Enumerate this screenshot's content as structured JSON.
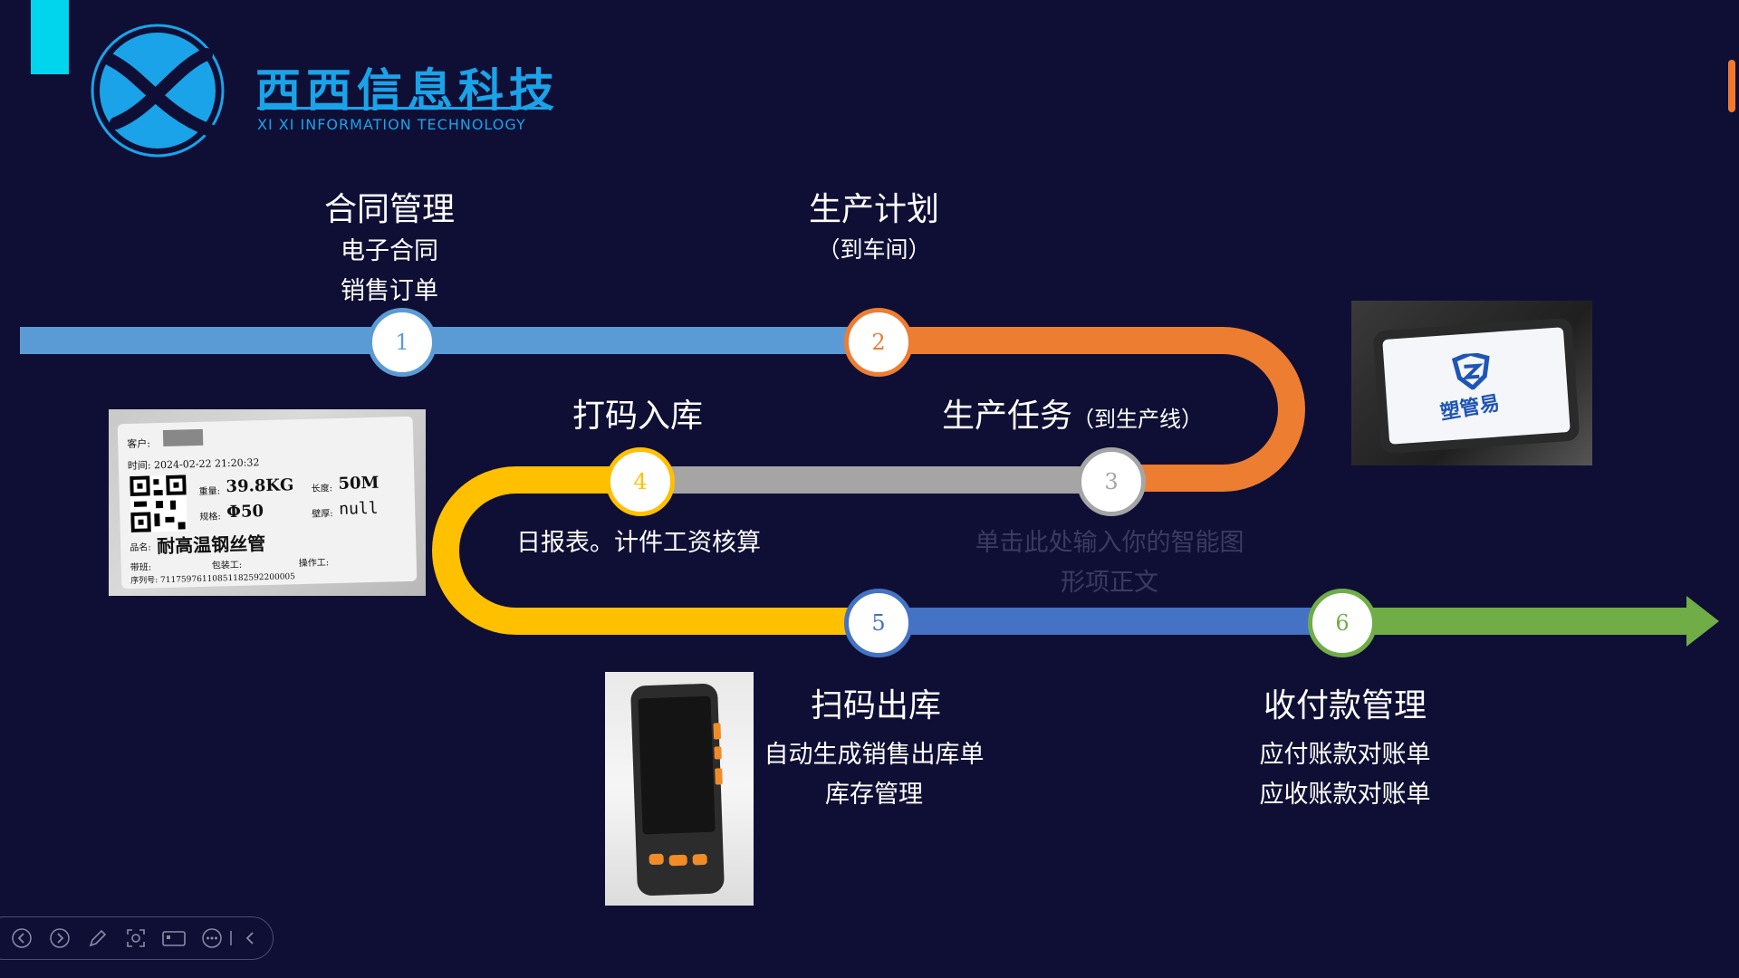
{
  "header": {
    "company_name": "西西信息科技",
    "company_name_en": "XI XI INFORMATION TECHNOLOGY",
    "accent_color": "#00d5ee",
    "brand_color": "#1aa3e8"
  },
  "steps": [
    {
      "number": "1",
      "title": "合同管理",
      "lines": [
        "电子合同",
        "销售订单"
      ],
      "color": "#5b9bd5"
    },
    {
      "number": "2",
      "title": "生产计划",
      "lines": [
        "（到车间）"
      ],
      "color": "#ed7d31"
    },
    {
      "number": "3",
      "title": "生产任务",
      "title_suffix": "（到生产线）",
      "lines": [],
      "color": "#a5a5a5"
    },
    {
      "number": "4",
      "title": "打码入库",
      "lines": [
        "日报表。计件工资核算"
      ],
      "color": "#ffc000"
    },
    {
      "number": "5",
      "title": "扫码出库",
      "lines": [
        "自动生成销售出库单",
        "库存管理"
      ],
      "color": "#4472c4"
    },
    {
      "number": "6",
      "title": "收付款管理",
      "lines": [
        "应付账款对账单",
        "应收账款对账单"
      ],
      "color": "#70ad47"
    }
  ],
  "placeholder_text": [
    "单击此处输入你的智能图",
    "形项正文"
  ],
  "label_card": {
    "customer_label": "客户:",
    "time": "时间: 2024-02-22 21:20:32",
    "weight_label": "重量:",
    "weight_value": "39.8KG",
    "length_label": "长度:",
    "length_value": "50M",
    "spec_label": "规格:",
    "spec_value": "Φ50",
    "thickness_label": "壁厚:",
    "thickness_value": "null",
    "product_label": "品名:",
    "product_value": "耐高温钢丝管",
    "band_label": "带班:",
    "packer_label": "包装工:",
    "operator_label": "操作工:",
    "serial": "序列号: 71175976110851182592200005"
  },
  "tablet": {
    "brand": "塑管易"
  },
  "toolbar": {
    "buttons": [
      "prev-icon",
      "next-icon",
      "pen-icon",
      "screenshot-icon",
      "screen-icon",
      "more-icon",
      "collapse-icon"
    ]
  }
}
